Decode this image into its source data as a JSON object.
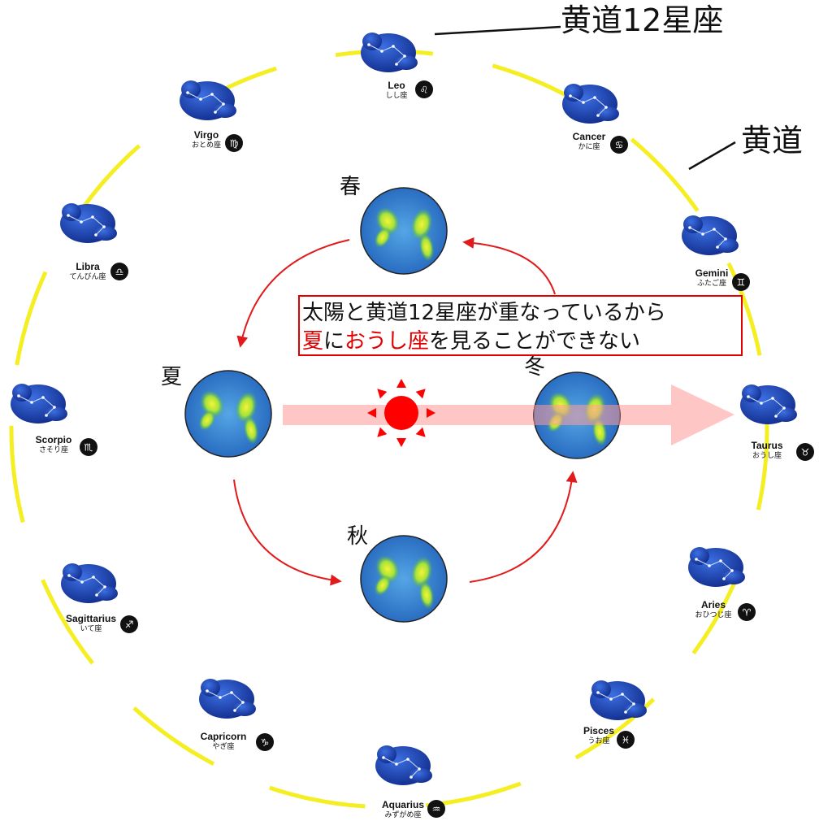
{
  "title": "黄道12星座",
  "ecliptic_label": "黄道",
  "message": {
    "line1": "太陽と黄道12星座が重なっているから",
    "line2_parts": [
      {
        "text": "夏",
        "red": true
      },
      {
        "text": "に",
        "red": false
      },
      {
        "text": "おうし座",
        "red": true
      },
      {
        "text": "を見ることができない",
        "red": false
      }
    ]
  },
  "seasons": {
    "spring": "春",
    "summer": "夏",
    "autumn": "秋",
    "winter": "冬"
  },
  "zodiac": [
    {
      "key": "leo",
      "name": "Leo",
      "jp": "しし座",
      "symbol": "♌"
    },
    {
      "key": "cancer",
      "name": "Cancer",
      "jp": "かに座",
      "symbol": "♋"
    },
    {
      "key": "gemini",
      "name": "Gemini",
      "jp": "ふたご座",
      "symbol": "♊"
    },
    {
      "key": "taurus",
      "name": "Taurus",
      "jp": "おうし座",
      "symbol": "♉"
    },
    {
      "key": "aries",
      "name": "Aries",
      "jp": "おひつじ座",
      "symbol": "♈"
    },
    {
      "key": "pisces",
      "name": "Pisces",
      "jp": "うお座",
      "symbol": "♓"
    },
    {
      "key": "aquarius",
      "name": "Aquarius",
      "jp": "みずがめ座",
      "symbol": "♒"
    },
    {
      "key": "capricorn",
      "name": "Capricorn",
      "jp": "やぎ座",
      "symbol": "♑"
    },
    {
      "key": "sagittarius",
      "name": "Sagittarius",
      "jp": "いて座",
      "symbol": "♐"
    },
    {
      "key": "scorpio",
      "name": "Scorpio",
      "jp": "さそり座",
      "symbol": "♏"
    },
    {
      "key": "libra",
      "name": "Libra",
      "jp": "てんびん座",
      "symbol": "♎"
    },
    {
      "key": "virgo",
      "name": "Virgo",
      "jp": "おとめ座",
      "symbol": "♍"
    }
  ],
  "colors": {
    "ecliptic": "#f4ee22",
    "orbit_arrow": "#e11b1b",
    "sun": "#ff0000",
    "sight_arrow": "#ffb3b3",
    "constellation": "#1f3fa8",
    "earth_ocean": "#3a7fd0",
    "earth_land": "#e8f03a"
  }
}
